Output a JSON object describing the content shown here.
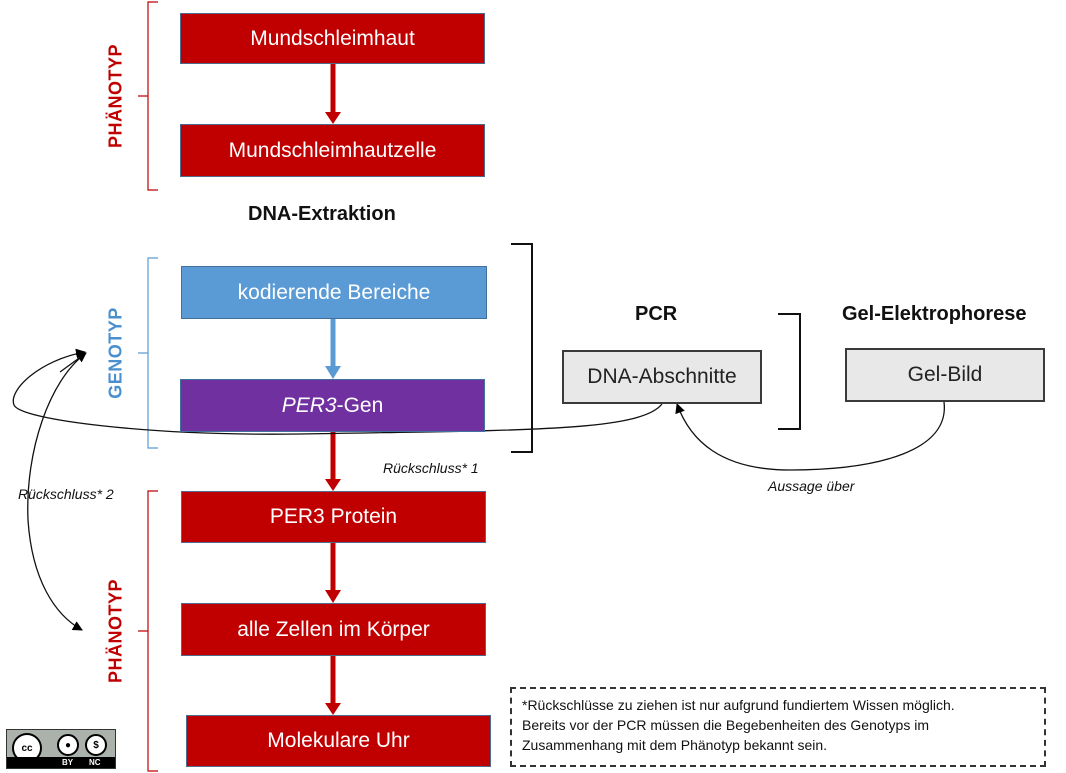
{
  "boxes": {
    "mundschleimhaut": "Mundschleimhaut",
    "mundschleimhautzelle": "Mundschleimhautzelle",
    "kodierende_bereiche": "kodierende Bereiche",
    "per3_gen_italic": "PER3",
    "per3_gen_rest": "-Gen",
    "per3_protein": "PER3 Protein",
    "alle_zellen": "alle Zellen im Körper",
    "molekulare_uhr": "Molekulare Uhr",
    "dna_abschnitte": "DNA-Abschnitte",
    "gel_bild": "Gel-Bild"
  },
  "headings": {
    "dna_extraktion": "DNA-Extraktion",
    "pcr": "PCR",
    "gel_elektrophorese": "Gel-Elektrophorese"
  },
  "side_labels": {
    "phaenotyp_top": "PHÄNOTYP",
    "genotyp": "GENOTYP",
    "phaenotyp_bottom": "PHÄNOTYP"
  },
  "annotations": {
    "rueckschluss_1": "Rückschluss* 1",
    "rueckschluss_2": "Rückschluss* 2",
    "aussage_ueber": "Aussage über"
  },
  "footnote": {
    "line1": "*Rückschlüsse zu ziehen ist nur aufgrund fundiertem Wissen möglich.",
    "line2": "Bereits vor der PCR müssen die Begebenheiten des Genotyps im",
    "line3": "Zusammenhang mit dem Phänotyp bekannt sein."
  },
  "license": {
    "icon": "cc-by-nc-icon",
    "by": "BY",
    "nc": "NC"
  },
  "colors": {
    "phenotype_red": "#c00000",
    "genotype_blue": "#5b9bd5",
    "gene_purple": "#7030a0",
    "neutral_grey": "#e8e8e8"
  }
}
